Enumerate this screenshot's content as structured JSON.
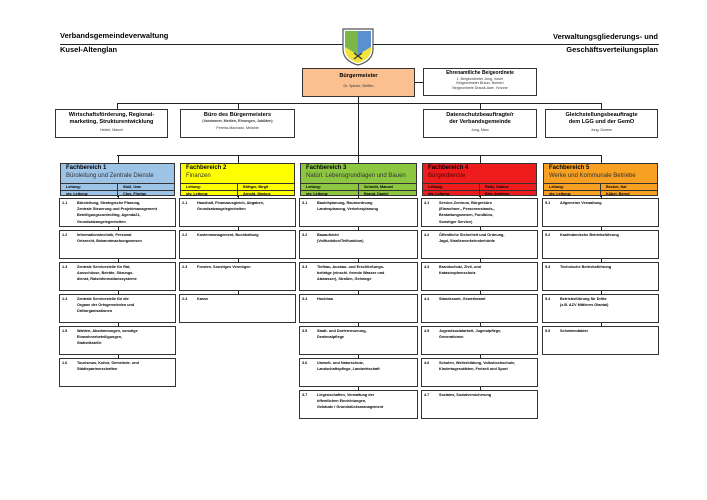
{
  "header": {
    "left1": "Verbandsgemeindeverwaltung",
    "left2": "Kusel-Altenglan",
    "right1": "Verwaltungsgliederungs- und",
    "right2": "Geschäftsverteilungsplan"
  },
  "buergermeister": {
    "title": "Bürgermeister",
    "name": "Dr. Spitzer, Steffen",
    "color": "#fac090"
  },
  "beigeordnete": {
    "title": "Ehrenamtliche Beigeordnete",
    "lines": [
      "1. Beigeordneter Jung, Xaver",
      "Beigeordneter Braun, Norbert",
      "Beigeordnete Draudt-Awe, Yvonne"
    ]
  },
  "staff": [
    {
      "title": "Wirtschaftsförderung, Regional-\nmarketing, Strukturentwicklung",
      "sub": "",
      "name": "Heidel, Marcel"
    },
    {
      "title": "Büro des Bürgermeisters",
      "sub": "(Vorzimmer, Medien, Ehrungen, Jubiläen)",
      "name": "Pereira-Machado, Melanie"
    },
    {
      "title": "Datenschutzbeauftragte/r\nder Verbandsgemeinde",
      "sub": "",
      "name": "Jung, Marc"
    },
    {
      "title": "Gleichstellungsbeauftragte\ndem LGG und der GemO",
      "sub": "",
      "name": "Jung, Doreen"
    }
  ],
  "fachbereiche": [
    {
      "name": "Fachbereich 1",
      "desc": "Büroleitung und Zentrale Dienste",
      "color": "#9dc3e6",
      "leitung_label": "Leitung:",
      "leitung": "Stoll, Uwe",
      "stv_label": "stv. Leitung:",
      "stv": "Clos, Florian",
      "items": [
        [
          "1.1",
          "Büroleitung, Strategische Planung,\nZentrale Steuerung und Projektmanagement\nBeteiligungscontrolling, Agenda21,\nGrundsatzangelegenheiten"
        ],
        [
          "1.2",
          "Informationstechnik, Personal\nOrtsrecht, Bekanntmachungswesen"
        ],
        [
          "1.3",
          "Zentrale Servicestelle für Rat,\nAusschüsse, Beiräte, Sitzungs-\ndienst, Ratsinformationssysteme"
        ],
        [
          "1.4",
          "Zentrale Servicestelle für die\nOrgane der Ortsgemeinden und\nDrittorganisationen"
        ],
        [
          "1.5",
          "Wahlen, Abstimmungen, sonstige\nEinwohnerbeteiligungen,\nStatistikstelle"
        ],
        [
          "1.6",
          "Tourismus, Kultur, Gemeinde- und\nStädtepartnerschaften"
        ]
      ]
    },
    {
      "name": "Fachbereich 2",
      "desc": "Finanzen",
      "color": "#ffff00",
      "leitung_label": "Leitung:",
      "leitung": "Böttger, Birgit",
      "stv_label": "stv. Leitung:",
      "stv": "Arnold, Markus",
      "items": [
        [
          "2.1",
          "Haushalt, Finanzausgleich, Abgaben,\nGrundsatzangelegenheiten"
        ],
        [
          "2.2",
          "Kostenmanagement, Buchhaltung"
        ],
        [
          "2.3",
          "Forsten, Sonstiges Vermögen"
        ],
        [
          "2.4",
          "Kasse"
        ]
      ]
    },
    {
      "name": "Fachbereich 3",
      "desc": "Natürl. Lebensgrundlagen und Bauen",
      "color": "#8dc641",
      "leitung_label": "Leitung:",
      "leitung": "Schmitt, Manuel",
      "stv_label": "stv. Leitung:",
      "stv": "Brand, Daniel",
      "items": [
        [
          "3.1",
          "Bauleitplanung, Raumordnung\nLandesplanung, Verkehrsplanung"
        ],
        [
          "3.2",
          "Bauaufsicht\n(Vollfunktion/Teilfunktion)"
        ],
        [
          "3.3",
          "Tiefbau, Ausbau- und Erschließungs-\nbeiträge (einschl. fremde Wasser und\nAbwasser), Straßen, Gehwege"
        ],
        [
          "3.4",
          "Hochbau"
        ],
        [
          "3.5",
          "Stadt- und Dorferneuerung,\nDenkmalpflege"
        ],
        [
          "3.6",
          "Umwelt- und Naturschutz,\nLandschaftspflege, Landwirtschaft"
        ],
        [
          "3.7",
          "Liegenschaften, Verwaltung der\nöffentlichen Einrichtungen,\nGebäude / Grundstücksmanagement"
        ]
      ]
    },
    {
      "name": "Fachbereich 4",
      "desc": "Bürgerdienste",
      "color": "#ee1c1c",
      "leitung_label": "Leitung:",
      "leitung": "Reitz, Sabine",
      "stv_label": "stv. Leitung:",
      "stv": "Bier, Andreas",
      "items": [
        [
          "4.1",
          "Service-Zentrum, Bürgerbüro\n(Einwohner-, Personenstands-,\nBestattungswesen, Fundbüro,\nSonstiger Service)"
        ],
        [
          "4.2",
          "Öffentliche Sicherheit und Ordnung,\nJagd, Straßenverkehrsbehörde"
        ],
        [
          "4.3",
          "Brandschutz, Zivil- und\nKatastrophenschutz"
        ],
        [
          "4.4",
          "Standesamt, Gewerbeamt"
        ],
        [
          "4.5",
          "Jugendsozialarbeit, Jugendpflege,\nGenerationen"
        ],
        [
          "4.6",
          "Schulen, Weiterbildung, Volkshochschule,\nKindertagesstätten, Freizeit und Sport"
        ],
        [
          "4.7",
          "Soziales, Sozialversicherung"
        ]
      ]
    },
    {
      "name": "Fachbereich 5",
      "desc": "Werke und Kommunale Betriebe",
      "color": "#f7a021",
      "leitung_label": "Leitung:",
      "leitung": "Becker, Kai",
      "stv_label": "stv. Leitung:",
      "stv": "Kübel, Bernd",
      "items": [
        [
          "5.1",
          "Allgemeine Verwaltung"
        ],
        [
          "5.2",
          "Kaufmännische Betriebsführung"
        ],
        [
          "5.3",
          "Technische Betriebsführung"
        ],
        [
          "5.4",
          "Betriebsführung für Dritte\n(z.B. AZV Mittleres Glantal)"
        ],
        [
          "5.5",
          "Schwimmbäder"
        ]
      ]
    }
  ]
}
